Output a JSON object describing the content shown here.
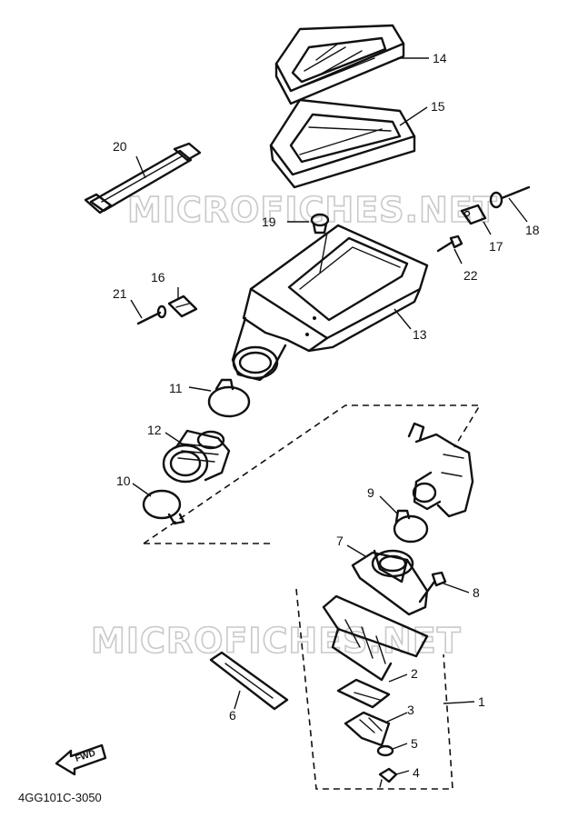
{
  "diagram": {
    "code": "4GG101C-3050",
    "watermark": "MICROFICHES.NET",
    "fwd_label": "FWD",
    "callouts": [
      "1",
      "2",
      "3",
      "4",
      "5",
      "6",
      "7",
      "8",
      "9",
      "10",
      "11",
      "12",
      "13",
      "14",
      "15",
      "16",
      "17",
      "18",
      "19",
      "20",
      "21",
      "22"
    ]
  }
}
